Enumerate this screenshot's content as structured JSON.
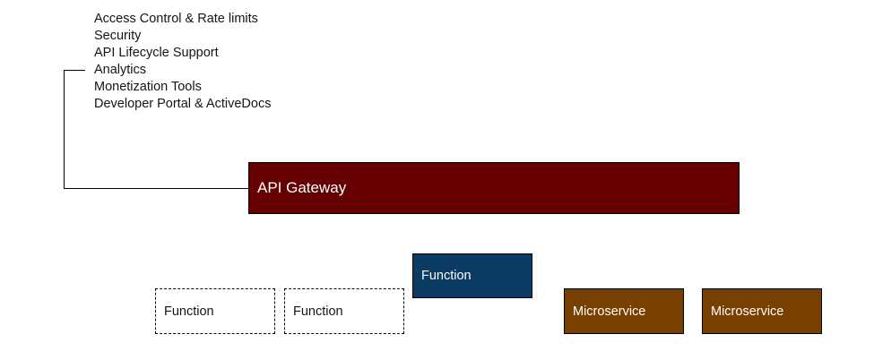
{
  "features": {
    "items": [
      "Access Control & Rate limits",
      "Security",
      "API Lifecycle Support",
      "Analytics",
      "Monetization Tools",
      "Developer Portal & ActiveDocs"
    ]
  },
  "gateway": {
    "label": "API Gateway",
    "color": "#660000"
  },
  "functions": [
    {
      "label": "Function",
      "style": "dashed"
    },
    {
      "label": "Function",
      "style": "dashed"
    },
    {
      "label": "Function",
      "style": "solid",
      "color": "#0b3a63"
    }
  ],
  "microservices": [
    {
      "label": "Microservice",
      "color": "#773f00"
    },
    {
      "label": "Microservice",
      "color": "#773f00"
    }
  ]
}
